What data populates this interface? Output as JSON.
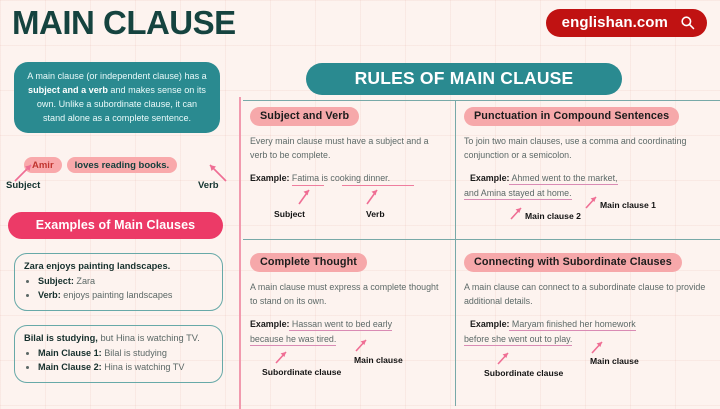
{
  "page": {
    "title": "MAIN CLAUSE",
    "background_color": "#fdf3ef",
    "teal": "#2a8a90",
    "pink": "#ec3a67",
    "salmon": "#f6a8aa",
    "brand_red": "#c01212"
  },
  "brand": {
    "name": "englishan.com",
    "search_icon": "search-icon"
  },
  "definition": {
    "part1": "A main clause (or independent clause) has a ",
    "bold": "subject and a verb",
    "part2": " and makes sense on its own. Unlike a subordinate clause, it can stand alone as a complete sentence."
  },
  "sample_sentence": {
    "subject_pill": "Amir",
    "verb_pill": "loves reading books.",
    "subject_label": "Subject",
    "verb_label": "Verb"
  },
  "examples": {
    "heading": "Examples of Main Clauses",
    "items": [
      {
        "sentence_bold": "Zara enjoys painting landscapes.",
        "sentence_rest": "",
        "bullets": [
          {
            "label": "Subject:",
            "value": " Zara"
          },
          {
            "label": "Verb:",
            "value": " enjoys painting landscapes"
          }
        ]
      },
      {
        "sentence_bold": "Bilal is studying,",
        "sentence_rest": " but Hina is watching TV.",
        "bullets": [
          {
            "label": "Main Clause 1:",
            "value": " Bilal is studying"
          },
          {
            "label": "Main Clause 2:",
            "value": " Hina is watching TV"
          }
        ]
      }
    ]
  },
  "rules": {
    "banner": "RULES OF MAIN CLAUSE",
    "quadrants": [
      {
        "heading": "Subject and Verb",
        "body": "Every main clause must have a subject and a verb to be complete.",
        "example_label": "Example:",
        "example_line1": " Fatima is cooking dinner.",
        "example_line2": "",
        "annotation1": "Subject",
        "annotation2": "Verb"
      },
      {
        "heading": "Punctuation in Compound Sentences",
        "body": "To join two main clauses, use a comma and coordinating conjunction or a semicolon.",
        "example_label": "Example:",
        "example_line1": " Ahmed went to the market,",
        "example_line2": "and Amina stayed at home.",
        "annotation1": "Main clause 1",
        "annotation2": "Main clause 2"
      },
      {
        "heading": "Complete Thought",
        "body": "A main clause must express a complete thought to stand on its own.",
        "example_label": "Example:",
        "example_line1": " Hassan went to bed early",
        "example_line2": "because he was tired.",
        "annotation1": "Main clause",
        "annotation2": "Subordinate clause"
      },
      {
        "heading": "Connecting with Subordinate Clauses",
        "body": "A main clause can connect to a subordinate clause to provide additional details.",
        "example_label": "Example:",
        "example_line1": " Maryam finished her homework",
        "example_line2": "before she went out to play.",
        "annotation1": "Main clause",
        "annotation2": "Subordinate clause"
      }
    ]
  }
}
